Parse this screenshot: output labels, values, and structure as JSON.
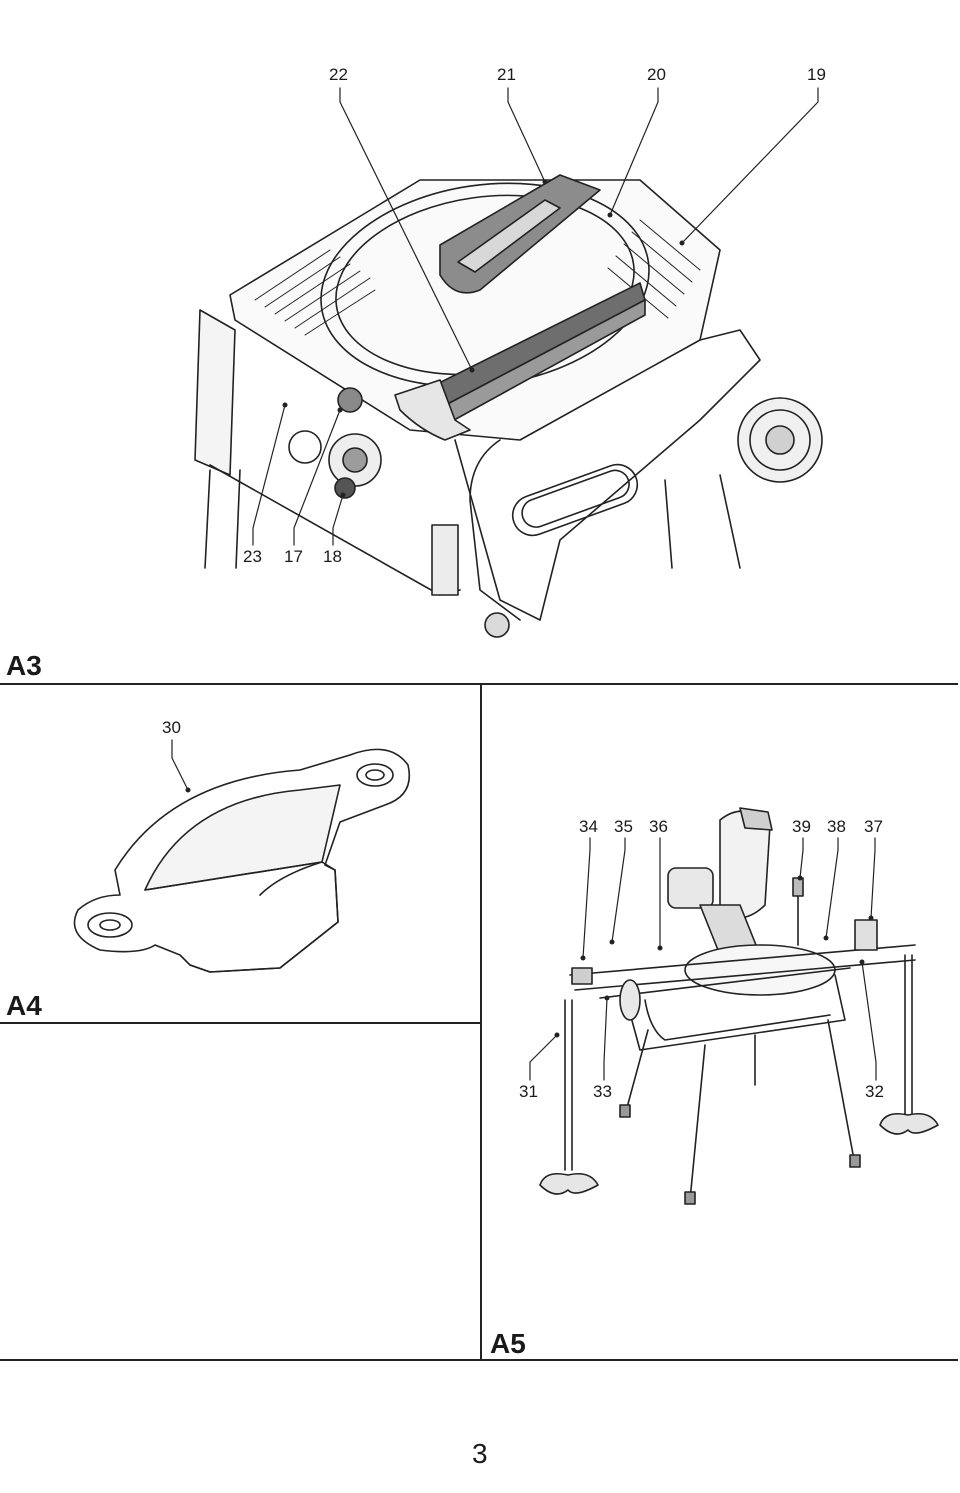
{
  "figures": {
    "a3": {
      "label": "A3",
      "callouts": [
        "22",
        "21",
        "20",
        "19",
        "23",
        "17",
        "18"
      ]
    },
    "a4": {
      "label": "A4",
      "callouts": [
        "30"
      ]
    },
    "a5": {
      "label": "A5",
      "callouts": [
        "34",
        "35",
        "36",
        "39",
        "38",
        "37",
        "31",
        "33",
        "32"
      ]
    }
  },
  "page_number": "3"
}
